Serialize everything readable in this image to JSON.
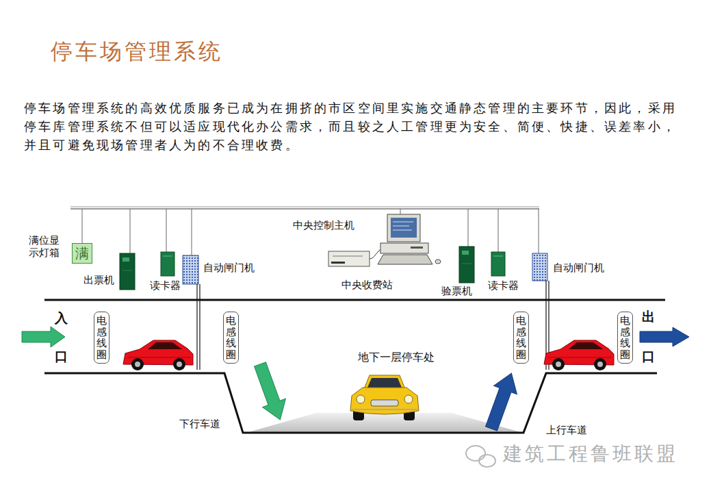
{
  "diagram": {
    "title": "停车场管理系统",
    "caption": "停车场管理系统的高效优质服务已成为在拥挤的市区空间里实施交通静态管理的主要环节，因此，采用 停车库管理系统不但可以适应现代化办公需求，而且较之人工管理更为安全、简便、快捷、误差率小， 并且可避免现场管理者人为的不合理收费。",
    "nodes": [
      {
        "text": [
          "满"
        ]
      },
      {
        "text": [
          "电感线圈"
        ]
      },
      {
        "text": [
          "电感线圈"
        ]
      },
      {
        "text": [
          "电感线圈"
        ]
      },
      {
        "text": [
          "电感线圈"
        ]
      }
    ],
    "labels": [
      "入",
      "口",
      "出",
      "口",
      "满位显 示灯箱",
      "出票机",
      "读卡器",
      "自动闸门机",
      "中央控制主机",
      "中央收费站",
      "验票机",
      "读卡器",
      "自动闸门机",
      "地下一层停车处",
      "下行车道",
      "上行车道",
      "建筑工程鲁班联盟"
    ]
  }
}
